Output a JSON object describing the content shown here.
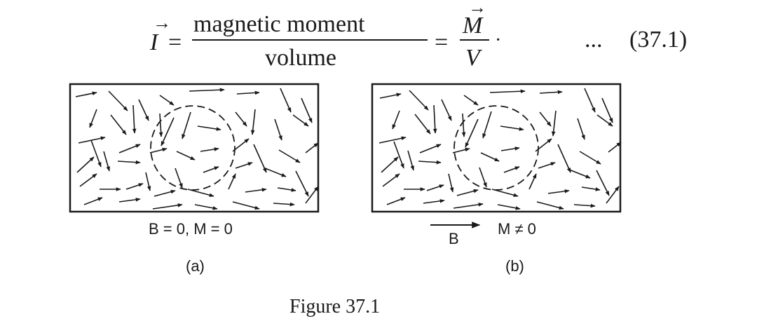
{
  "equation": {
    "lhs_symbol": "I",
    "vector_arrow": "→",
    "equals": "=",
    "fraction_numerator": "magnetic  moment",
    "fraction_denominator": "volume",
    "rhs_numerator": "M",
    "rhs_denominator": "V",
    "trailing_dot": "·",
    "ellipsis": "...",
    "number": "(37.1)"
  },
  "panels": [
    {
      "condition_label": "B = 0, M = 0",
      "sublabel": "(a)"
    },
    {
      "field_label": "B",
      "moment_label": "M ≠ 0",
      "sublabel": "(b)"
    }
  ],
  "caption": "Figure 37.1",
  "colors": {
    "ink": "#1a1a1a",
    "background": "#ffffff"
  },
  "icons": {
    "field_arrow": "arrow-right-icon"
  }
}
